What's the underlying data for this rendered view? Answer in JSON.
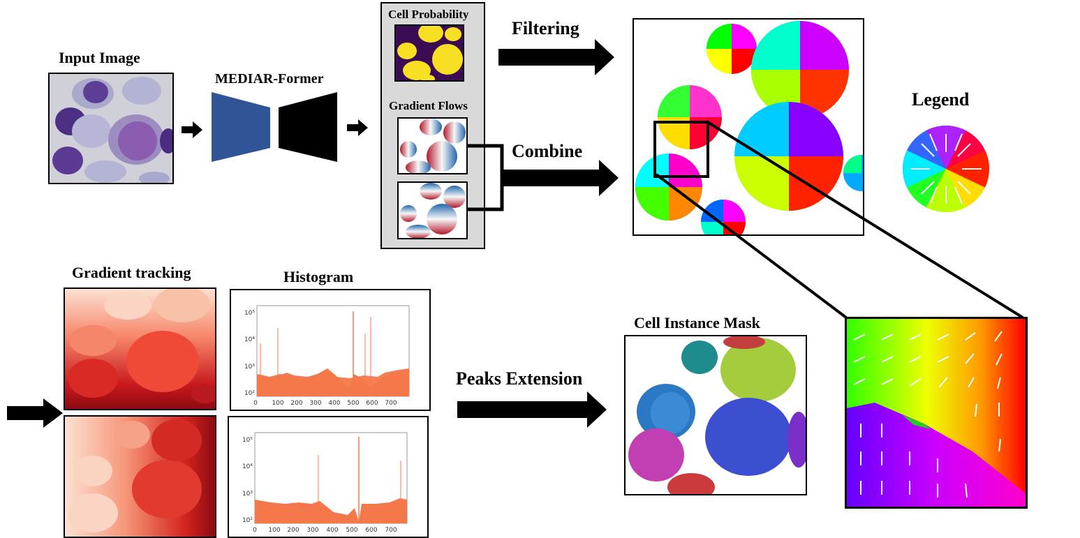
{
  "labels": {
    "input_image": "Input Image",
    "model": "MEDIAR-Former",
    "cell_probability": "Cell Probability",
    "gradient_flows": "Gradient Flows",
    "filtering": "Filtering",
    "combine": "Combine",
    "legend": "Legend",
    "gradient_tracking": "Gradient tracking",
    "histogram": "Histogram",
    "peaks_extension": "Peaks Extension",
    "cell_instance_mask": "Cell Instance Mask"
  },
  "histogram_axes": {
    "x_ticks": [
      "0",
      "100",
      "200",
      "300",
      "400",
      "500",
      "600",
      "700"
    ],
    "y_ticks": [
      "10²",
      "10³",
      "10⁴",
      "10⁵"
    ]
  },
  "colors": {
    "encoder_blue": "#2f5597",
    "histogram_fill": "#f4784a",
    "probability_bg": "#3b0b54",
    "probability_cells": "#f7e024"
  }
}
